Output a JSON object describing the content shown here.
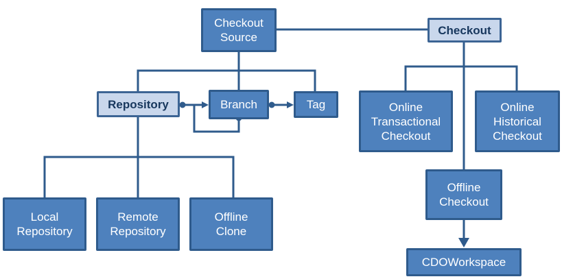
{
  "colors": {
    "node-fill": "#4e81bd",
    "node-border": "#2f5b8c",
    "node-text": "#ffffff",
    "accent-fill": "#c9d7ec",
    "accent-border": "#3c6494",
    "accent-text": "#17375d",
    "connector": "#2f5b8c",
    "background": "#ffffff"
  },
  "nodes": {
    "checkout_source": {
      "label": "Checkout\nSource",
      "style": "dark"
    },
    "checkout": {
      "label": "Checkout",
      "style": "light"
    },
    "repository": {
      "label": "Repository",
      "style": "light"
    },
    "branch": {
      "label": "Branch",
      "style": "dark"
    },
    "tag": {
      "label": "Tag",
      "style": "dark"
    },
    "online_transactional_checkout": {
      "label": "Online\nTransactional\nCheckout",
      "style": "dark"
    },
    "online_historical_checkout": {
      "label": "Online\nHistorical\nCheckout",
      "style": "dark"
    },
    "offline_checkout": {
      "label": "Offline\nCheckout",
      "style": "dark"
    },
    "cdo_workspace": {
      "label": "CDOWorkspace",
      "style": "dark"
    },
    "local_repository": {
      "label": "Local\nRepository",
      "style": "dark"
    },
    "remote_repository": {
      "label": "Remote\nRepository",
      "style": "dark"
    },
    "offline_clone": {
      "label": "Offline\nClone",
      "style": "dark"
    }
  },
  "edges": [
    {
      "from": "Checkout Source",
      "to": "Checkout",
      "type": "plain-line"
    },
    {
      "from": "Checkout Source",
      "to": "Repository",
      "type": "tree-branch"
    },
    {
      "from": "Checkout Source",
      "to": "Branch",
      "type": "tree-branch"
    },
    {
      "from": "Checkout Source",
      "to": "Tag",
      "type": "tree-branch"
    },
    {
      "from": "Repository",
      "to": "Branch",
      "type": "dot-to-arrow"
    },
    {
      "from": "Branch",
      "to": "Branch",
      "type": "dot-to-arrow-self-loop"
    },
    {
      "from": "Branch",
      "to": "Tag",
      "type": "dot-to-arrow"
    },
    {
      "from": "Repository",
      "to": "Local Repository",
      "type": "tree-branch"
    },
    {
      "from": "Repository",
      "to": "Remote Repository",
      "type": "tree-branch"
    },
    {
      "from": "Repository",
      "to": "Offline Clone",
      "type": "tree-branch"
    },
    {
      "from": "Checkout",
      "to": "Online Transactional Checkout",
      "type": "tree-branch"
    },
    {
      "from": "Checkout",
      "to": "Online Historical Checkout",
      "type": "tree-branch"
    },
    {
      "from": "Checkout",
      "to": "Offline Checkout",
      "type": "tree-branch"
    },
    {
      "from": "Offline Checkout",
      "to": "CDOWorkspace",
      "type": "arrow"
    }
  ]
}
